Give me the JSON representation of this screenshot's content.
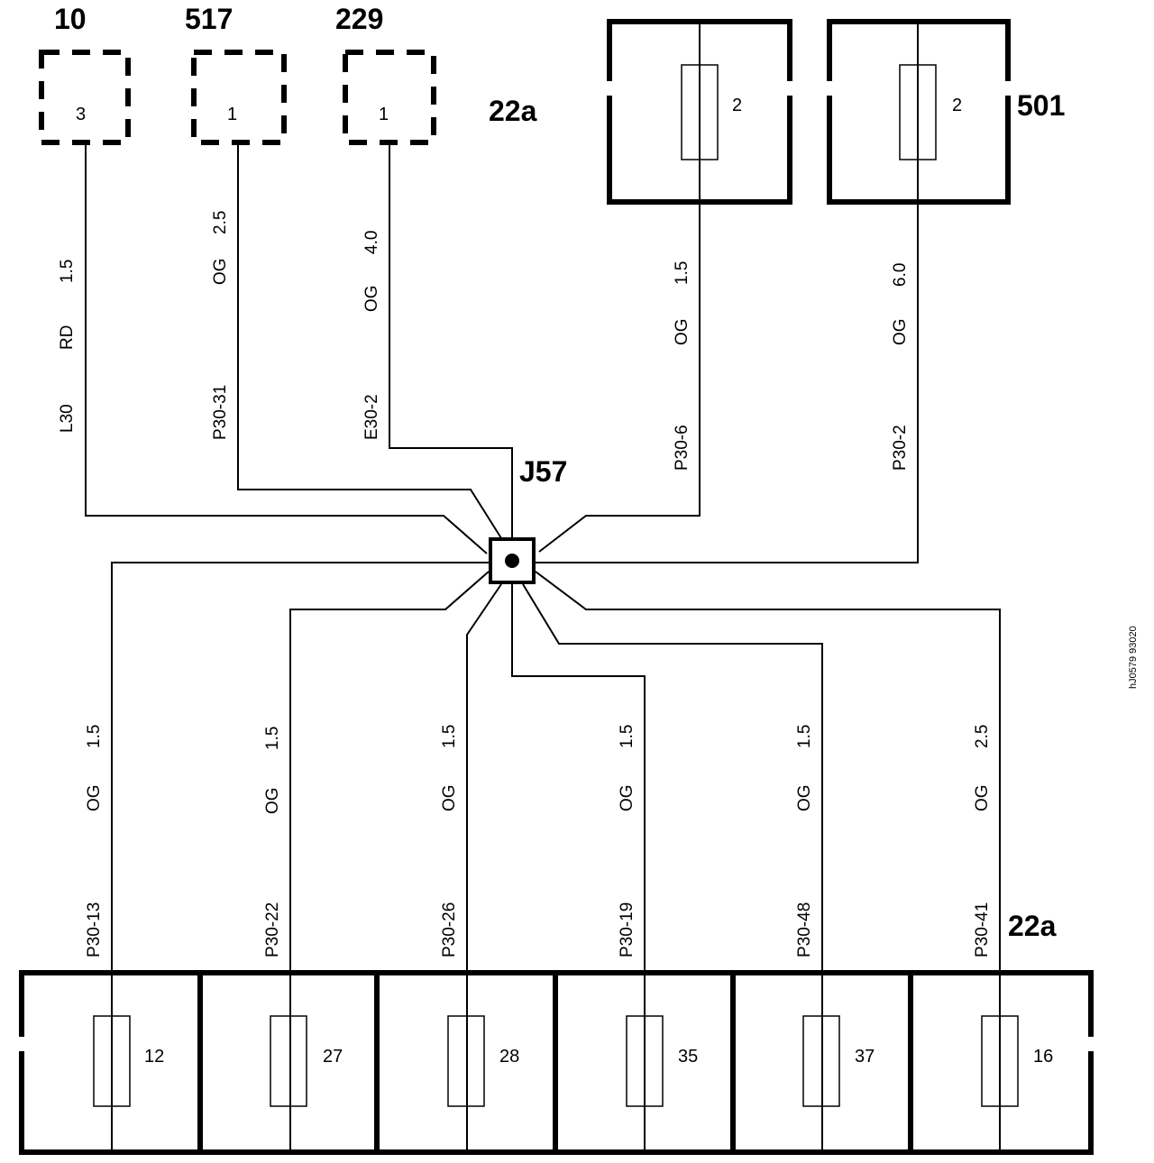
{
  "connectors": [
    {
      "id": "10",
      "pin": "3"
    },
    {
      "id": "517",
      "pin": "1"
    },
    {
      "id": "229",
      "pin": "1"
    }
  ],
  "top_fuse_box_label": "22a",
  "fuse_501_label": "501",
  "top_fuses": [
    {
      "number": "2"
    },
    {
      "number": "2"
    }
  ],
  "junction_label": "J57",
  "bottom_fuse_box_label": "22a",
  "top_wires": [
    {
      "circuit": "L30",
      "color": "RD",
      "gauge": "1.5"
    },
    {
      "circuit": "P30-31",
      "color": "OG",
      "gauge": "2.5"
    },
    {
      "circuit": "E30-2",
      "color": "OG",
      "gauge": "4.0"
    },
    {
      "circuit": "P30-6",
      "color": "OG",
      "gauge": "1.5"
    },
    {
      "circuit": "P30-2",
      "color": "OG",
      "gauge": "6.0"
    }
  ],
  "bottom_wires": [
    {
      "circuit": "P30-13",
      "color": "OG",
      "gauge": "1.5",
      "fuse": "12"
    },
    {
      "circuit": "P30-22",
      "color": "OG",
      "gauge": "1.5",
      "fuse": "27"
    },
    {
      "circuit": "P30-26",
      "color": "OG",
      "gauge": "1.5",
      "fuse": "28"
    },
    {
      "circuit": "P30-19",
      "color": "OG",
      "gauge": "1.5",
      "fuse": "35"
    },
    {
      "circuit": "P30-48",
      "color": "OG",
      "gauge": "1.5",
      "fuse": "37"
    },
    {
      "circuit": "P30-41",
      "color": "OG",
      "gauge": "2.5",
      "fuse": "16"
    }
  ],
  "reference_code": "hJ0579 93020"
}
